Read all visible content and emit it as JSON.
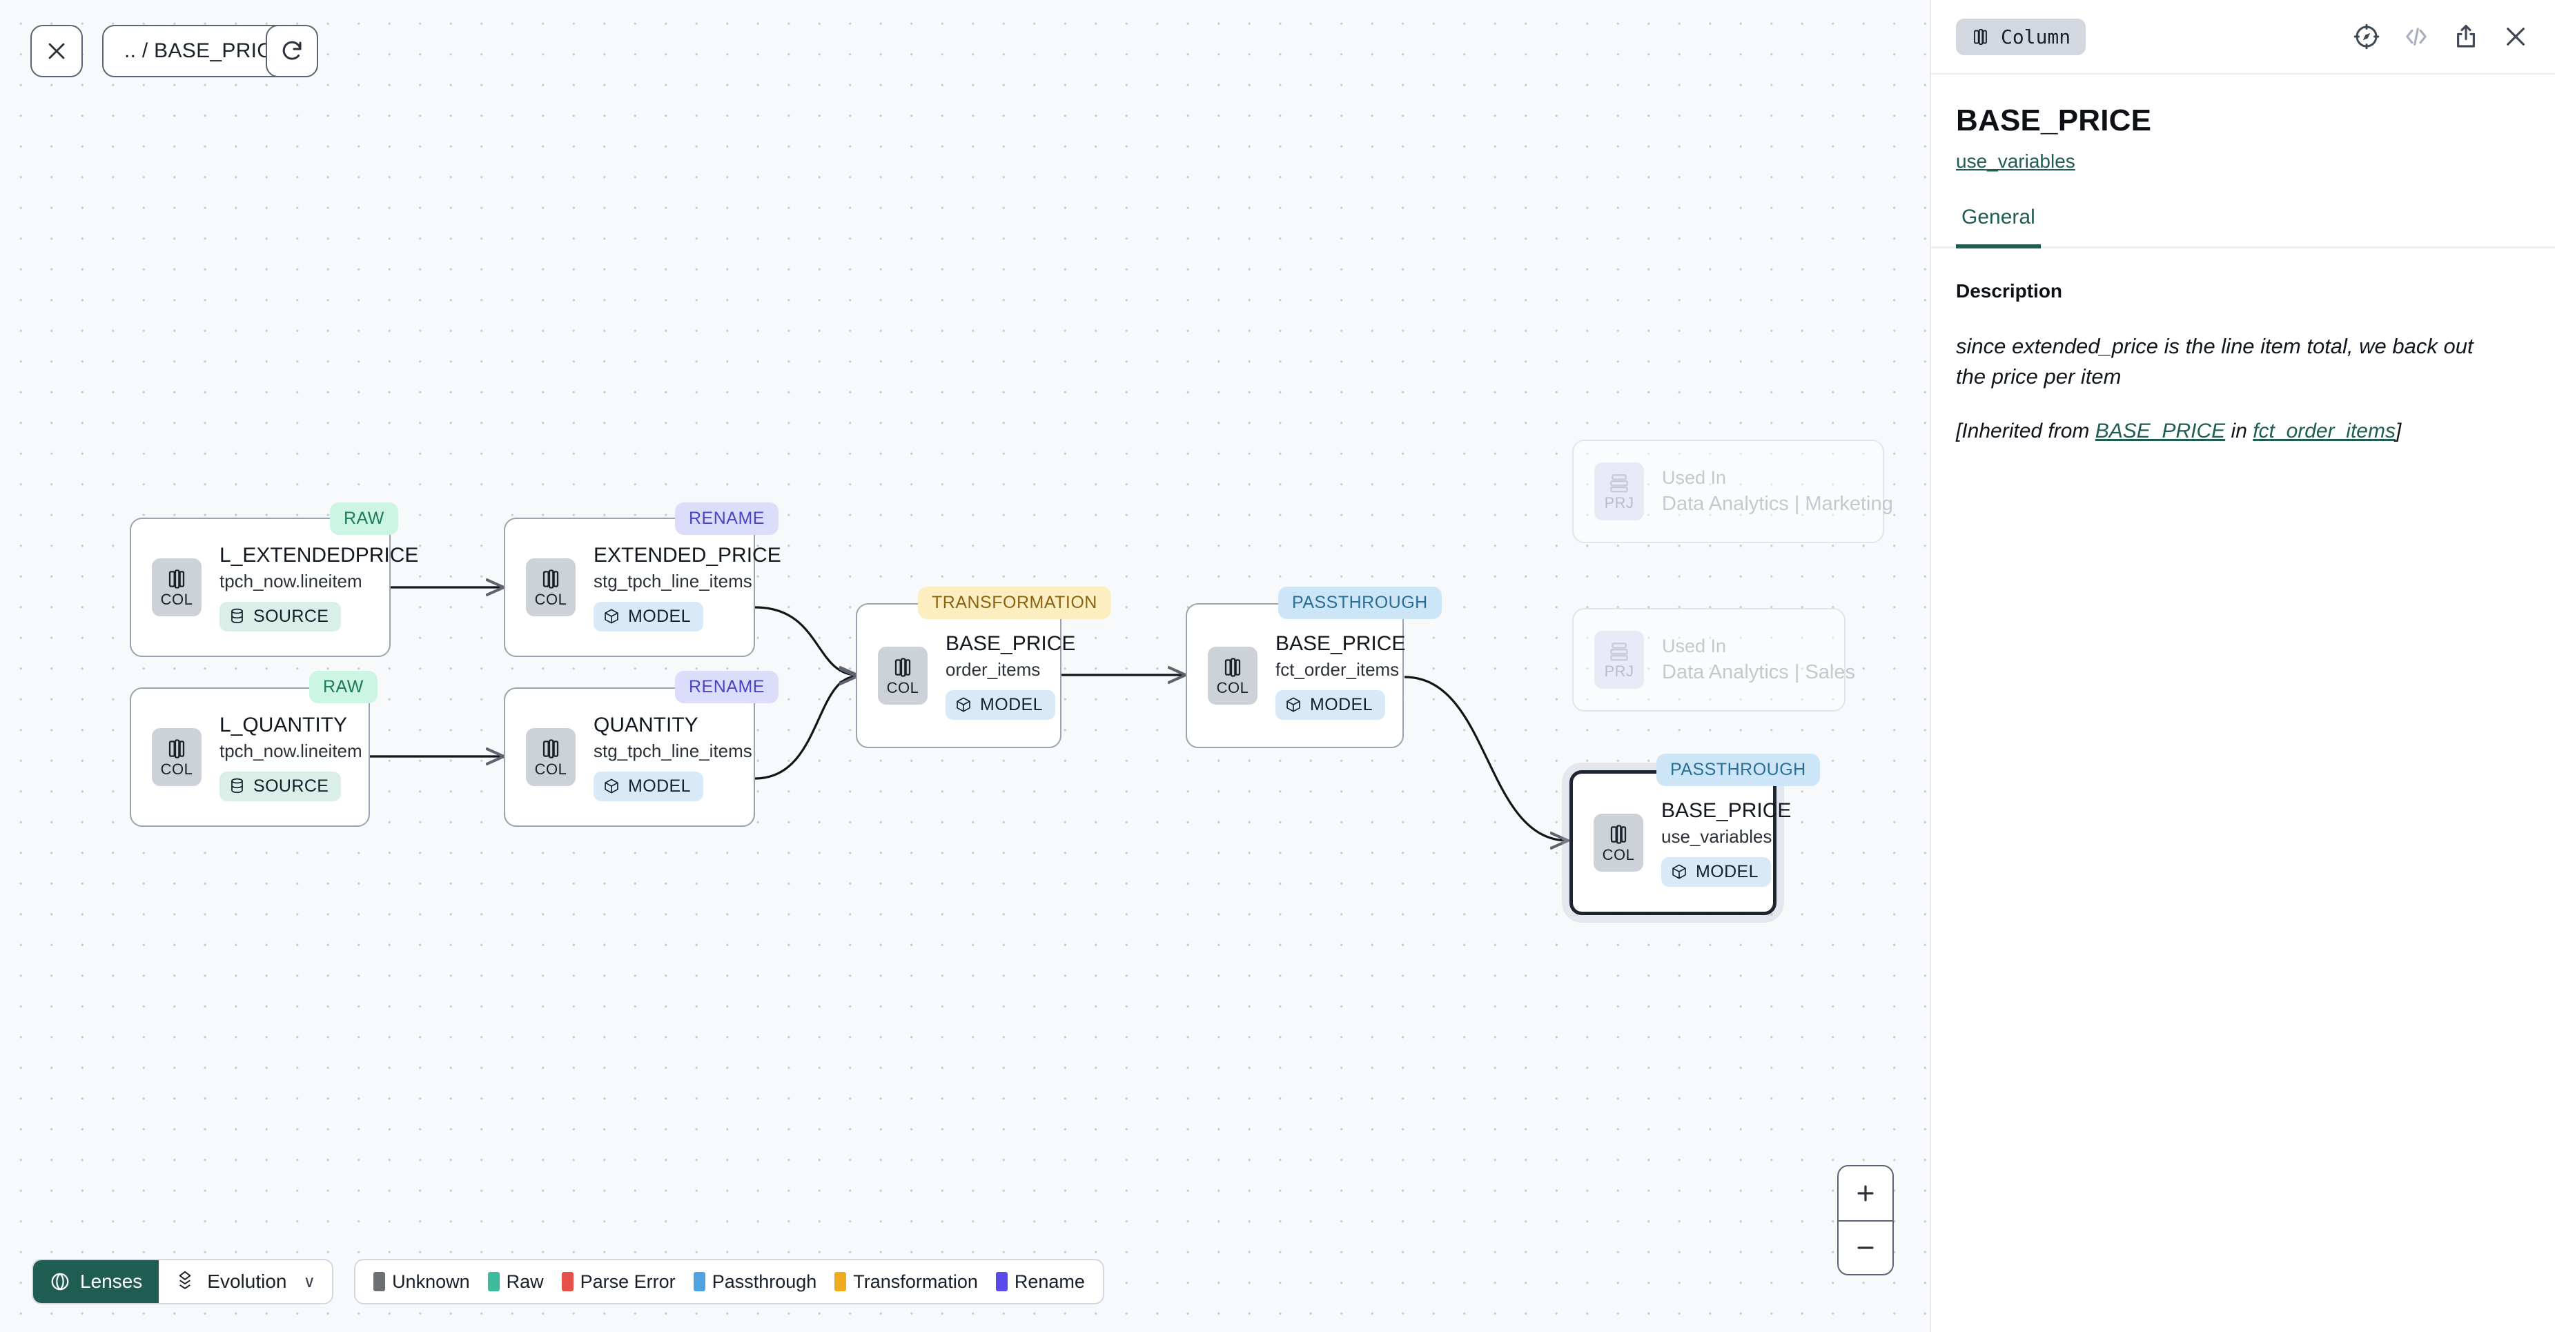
{
  "toolbar": {
    "close_icon": "close-icon",
    "breadcrumb": ".. / BASE_PRICE",
    "refresh_icon": "refresh-icon"
  },
  "graph": {
    "nodes": [
      {
        "id": "l_extendedprice",
        "badge": "RAW",
        "badge_kind": "raw",
        "icon_label": "COL",
        "icon_name": "column-icon",
        "title": "L_EXTENDEDPRICE",
        "subtitle": "tpch_now.lineitem",
        "tag": "SOURCE",
        "tag_kind": "source",
        "tag_icon": "database-icon",
        "selected": false
      },
      {
        "id": "extended_price",
        "badge": "RENAME",
        "badge_kind": "rename",
        "icon_label": "COL",
        "icon_name": "column-icon",
        "title": "EXTENDED_PRICE",
        "subtitle": "stg_tpch_line_items",
        "tag": "MODEL",
        "tag_kind": "model",
        "tag_icon": "cube-icon",
        "selected": false
      },
      {
        "id": "l_quantity",
        "badge": "RAW",
        "badge_kind": "raw",
        "icon_label": "COL",
        "icon_name": "column-icon",
        "title": "L_QUANTITY",
        "subtitle": "tpch_now.lineitem",
        "tag": "SOURCE",
        "tag_kind": "source",
        "tag_icon": "database-icon",
        "selected": false
      },
      {
        "id": "quantity",
        "badge": "RENAME",
        "badge_kind": "rename",
        "icon_label": "COL",
        "icon_name": "column-icon",
        "title": "QUANTITY",
        "subtitle": "stg_tpch_line_items",
        "tag": "MODEL",
        "tag_kind": "model",
        "tag_icon": "cube-icon",
        "selected": false
      },
      {
        "id": "base_price_order_items",
        "badge": "TRANSFORMATION",
        "badge_kind": "trans",
        "icon_label": "COL",
        "icon_name": "column-icon",
        "title": "BASE_PRICE",
        "subtitle": "order_items",
        "tag": "MODEL",
        "tag_kind": "model",
        "tag_icon": "cube-icon",
        "selected": false
      },
      {
        "id": "base_price_fct_order_items",
        "badge": "PASSTHROUGH",
        "badge_kind": "pass",
        "icon_label": "COL",
        "icon_name": "column-icon",
        "title": "BASE_PRICE",
        "subtitle": "fct_order_items",
        "tag": "MODEL",
        "tag_kind": "model",
        "tag_icon": "cube-icon",
        "selected": false
      },
      {
        "id": "base_price_use_variables",
        "badge": "PASSTHROUGH",
        "badge_kind": "pass",
        "icon_label": "COL",
        "icon_name": "column-icon",
        "title": "BASE_PRICE",
        "subtitle": "use_variables",
        "tag": "MODEL",
        "tag_kind": "model",
        "tag_icon": "cube-icon",
        "selected": true
      }
    ],
    "ghost_nodes": [
      {
        "id": "used-in-marketing",
        "icon_label": "PRJ",
        "icon_name": "project-icon",
        "title": "Used In",
        "subtitle": "Data Analytics | Marketing"
      },
      {
        "id": "used-in-sales",
        "icon_label": "PRJ",
        "icon_name": "project-icon",
        "title": "Used In",
        "subtitle": "Data Analytics | Sales"
      }
    ]
  },
  "zoom_controls": {
    "zoom_in": "+",
    "zoom_out": "–"
  },
  "bottombar": {
    "lenses_label": "Lenses",
    "lenses_icon": "lens-icon",
    "evolution_label": "Evolution",
    "evolution_icon": "evolution-icon",
    "caret": "∨",
    "legend": [
      {
        "label": "Unknown",
        "color": "#6c6f74"
      },
      {
        "label": "Raw",
        "color": "#3dbb9a"
      },
      {
        "label": "Parse Error",
        "color": "#e5504a"
      },
      {
        "label": "Passthrough",
        "color": "#4fa3e3"
      },
      {
        "label": "Transformation",
        "color": "#eeab20"
      },
      {
        "label": "Rename",
        "color": "#5a4aec"
      }
    ]
  },
  "panel": {
    "type_chip": "Column",
    "type_chip_icon": "column-icon",
    "icons": {
      "compass": "compass-icon",
      "code": "code-icon",
      "share": "share-icon",
      "close": "close-icon"
    },
    "title": "BASE_PRICE",
    "subtitle": "use_variables",
    "tabs": [
      {
        "label": "General",
        "active": true
      }
    ],
    "description_label": "Description",
    "description_text": "since extended_price is the line item total, we back out the price per item",
    "inherited_prefix": "[Inherited from ",
    "inherited_link_1": "BASE_PRICE",
    "inherited_mid": " in ",
    "inherited_link_2": "fct_order_items",
    "inherited_suffix": "]"
  },
  "colors": {
    "accent": "#1f5c52",
    "canvas_bg": "#f7f9fb",
    "node_border": "#9aa3b0",
    "selected_border": "#1c2331"
  }
}
